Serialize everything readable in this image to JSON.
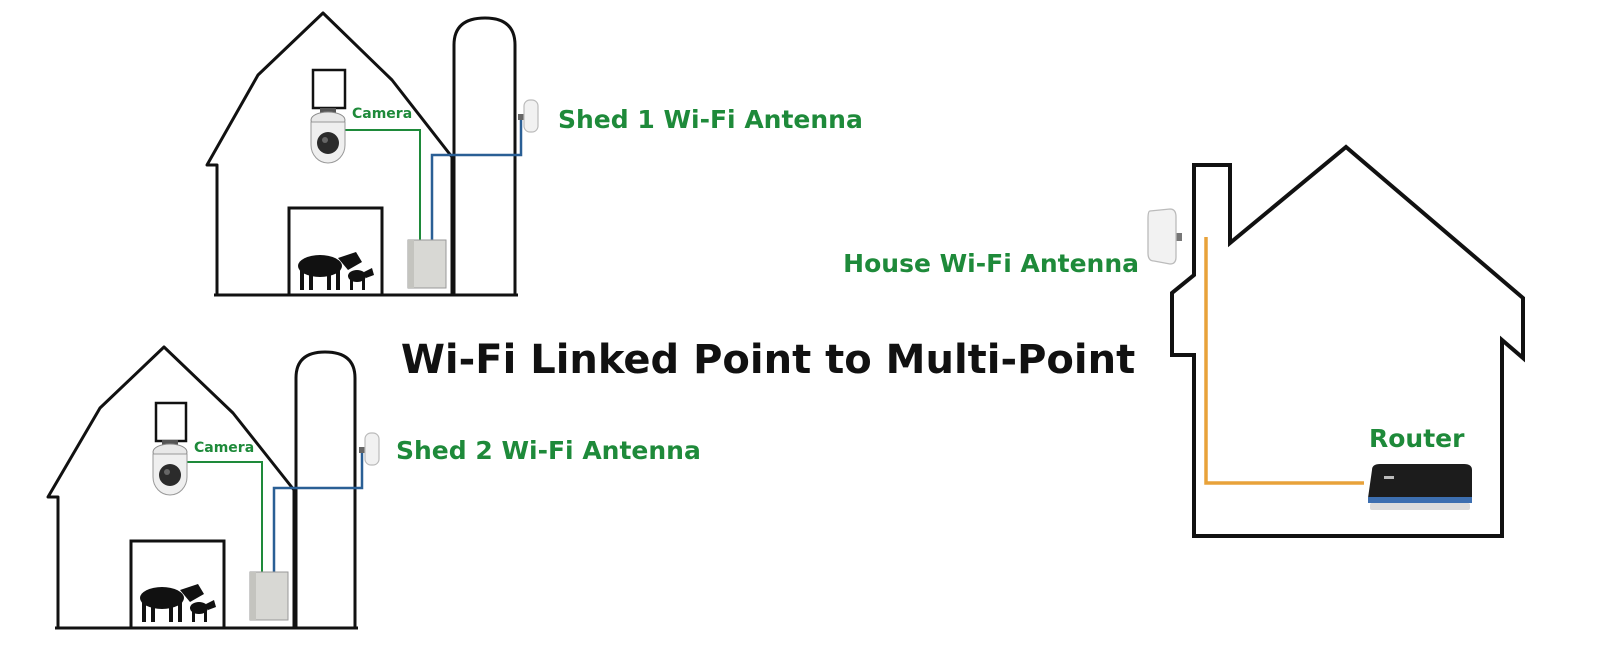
{
  "title": "Wi-Fi Linked Point to Multi-Point",
  "shed1": {
    "antenna_label": "Shed 1 Wi-Fi Antenna",
    "camera_label": "Camera"
  },
  "shed2": {
    "antenna_label": "Shed 2 Wi-Fi Antenna",
    "camera_label": "Camera"
  },
  "house": {
    "antenna_label": "House Wi-Fi Antenna",
    "router_label": "Router"
  },
  "colors": {
    "outline": "#111111",
    "label_green": "#1e8a3a",
    "camera_cable": "#1e8a3a",
    "antenna_cable": "#2a5f95",
    "house_cable": "#e8a23a",
    "box_gray": "#d8d8d4"
  },
  "icons": [
    "camera-icon",
    "cow-icon",
    "enclosure-box-icon",
    "antenna-icon",
    "router-icon"
  ]
}
